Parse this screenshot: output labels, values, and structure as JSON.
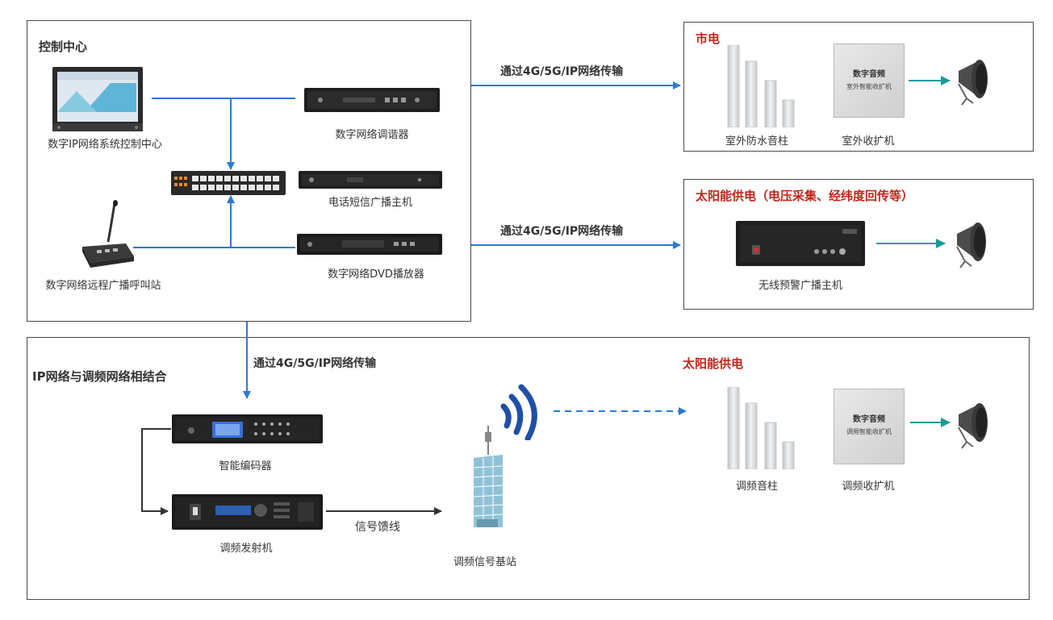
{
  "colors": {
    "line_blue": "#2a7bd2",
    "arrow_teal": "#1a9a9a",
    "title_red": "#c0261b",
    "frame": "#4a4a4a",
    "device_dark": "#1e1e1e",
    "cabinet_gray": "#d9d9d9"
  },
  "control_center": {
    "title": "控制中心",
    "devices": {
      "system_control": "数字IP网络系统控制中心",
      "tuner": "数字网络调谐器",
      "sms_host": "电话短信广播主机",
      "paging_station": "数字网络远程广播呼叫站",
      "dvd_player": "数字网络DVD播放器"
    }
  },
  "links": {
    "upper": "通过4G/5G/IP网络传输",
    "middle": "通过4G/5G/IP网络传输",
    "lower": "通过4G/5G/IP网络传输",
    "feeder": "信号馈线"
  },
  "city_power": {
    "title": "市电",
    "devices": {
      "column_speakers": "室外防水音柱",
      "amplifier": "室外收扩机"
    },
    "cabinet_text": [
      "数字音频",
      "室外智能收扩机"
    ]
  },
  "solar_power": {
    "title": "太阳能供电（电压采集、经纬度回传等）",
    "devices": {
      "alarm_host": "无线预警广播主机"
    }
  },
  "fm_section": {
    "title": "IP网络与调频网络相结合",
    "devices": {
      "encoder": "智能编码器",
      "transmitter": "调频发射机",
      "base_station": "调频信号基站"
    },
    "solar": {
      "title": "太阳能供电",
      "devices": {
        "fm_speakers": "调频音柱",
        "fm_amplifier": "调频收扩机"
      },
      "cabinet_text": [
        "数字音频",
        "调频智能收扩机"
      ]
    }
  },
  "icons": [
    "monitor-icon",
    "switch-icon",
    "microphone-icon",
    "horn-speaker-icon",
    "column-speaker-icon",
    "cabinet-icon",
    "antenna-tower-icon",
    "wireless-signal-icon"
  ]
}
